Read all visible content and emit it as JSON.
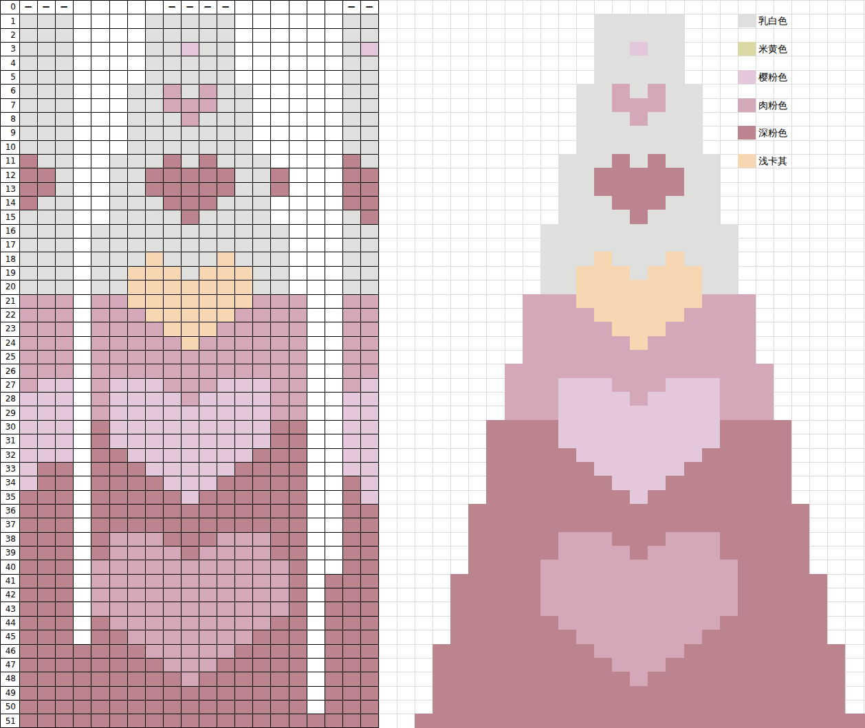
{
  "diagram": {
    "labels": [
      "0",
      "−",
      "−",
      "−",
      "−",
      "−",
      "−",
      "−",
      "−",
      "−",
      "1",
      "2",
      "3",
      "4",
      "5",
      "6",
      "7",
      "8",
      "9",
      "10",
      "11",
      "12",
      "13",
      "14",
      "15",
      "16",
      "17",
      "18",
      "19",
      "20",
      "21",
      "22",
      "23",
      "24",
      "25",
      "26",
      "27",
      "28",
      "29",
      "30",
      "31",
      "32",
      "33",
      "34",
      "35",
      "36",
      "37",
      "38",
      "39",
      "40",
      "41",
      "42",
      "43",
      "44",
      "45",
      "46",
      "47",
      "48",
      "49",
      "50",
      "51"
    ],
    "legend": [
      {
        "text": "乳白色",
        "color": "#dfdfdd"
      },
      {
        "text": "米黄色",
        "color": "#dcd9a4"
      },
      {
        "text": "樱粉色",
        "color": "#e3c7da"
      },
      {
        "text": "肉粉色",
        "color": "#d4a8b8"
      },
      {
        "text": "深粉色",
        "color": "#bc848f"
      },
      {
        "text": "浅卡其",
        "color": "#f6d7b1"
      }
    ]
  }
}
